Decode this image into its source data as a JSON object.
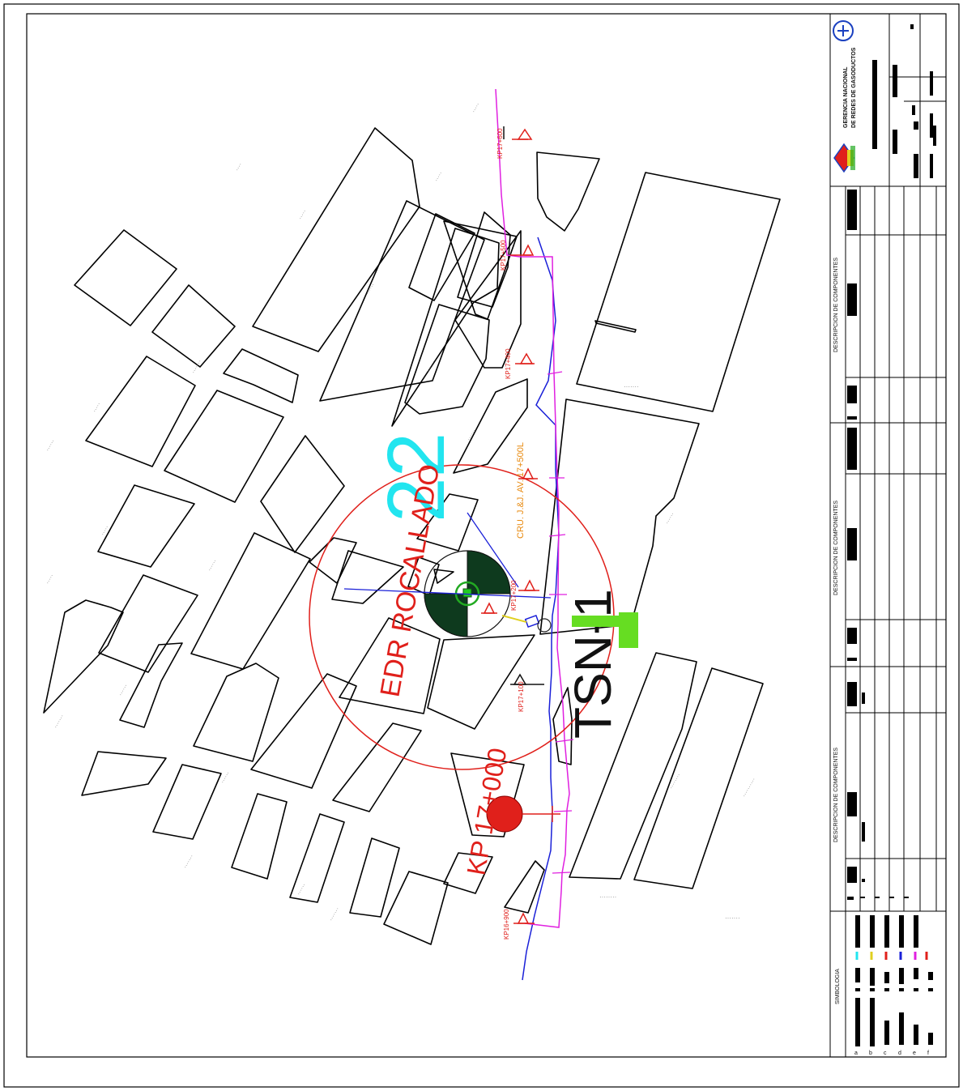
{
  "drawing": {
    "big_number": "22",
    "site_name": "EDR ROCALLADO",
    "line_code": "TSN-1",
    "kp_main": "KP 17+000",
    "orange_label": "CRU. J.&J. AV. 17+500L",
    "colors": {
      "cyan": "#22e5ef",
      "red": "#e0201b",
      "magenta": "#e020e0",
      "blue": "#1a20d8",
      "green": "#66dd22",
      "orange": "#e88a10",
      "dark_green": "#0e3a1e"
    }
  },
  "kp_markers": [
    "KP17+600",
    "KP17+500",
    "KP17+400",
    "KP17+200",
    "KP17+100",
    "KP16+900"
  ],
  "title_block": {
    "org_line1": "GERENCIA NACIONAL",
    "org_line2": "DE REDES DE GASODUCTOS",
    "desc_header": "DESCRIPCION DE COMPONENTES",
    "legend_header": "SIMBOLOGIA",
    "legend_letters": [
      "a",
      "b",
      "c",
      "d",
      "e",
      "f"
    ]
  }
}
